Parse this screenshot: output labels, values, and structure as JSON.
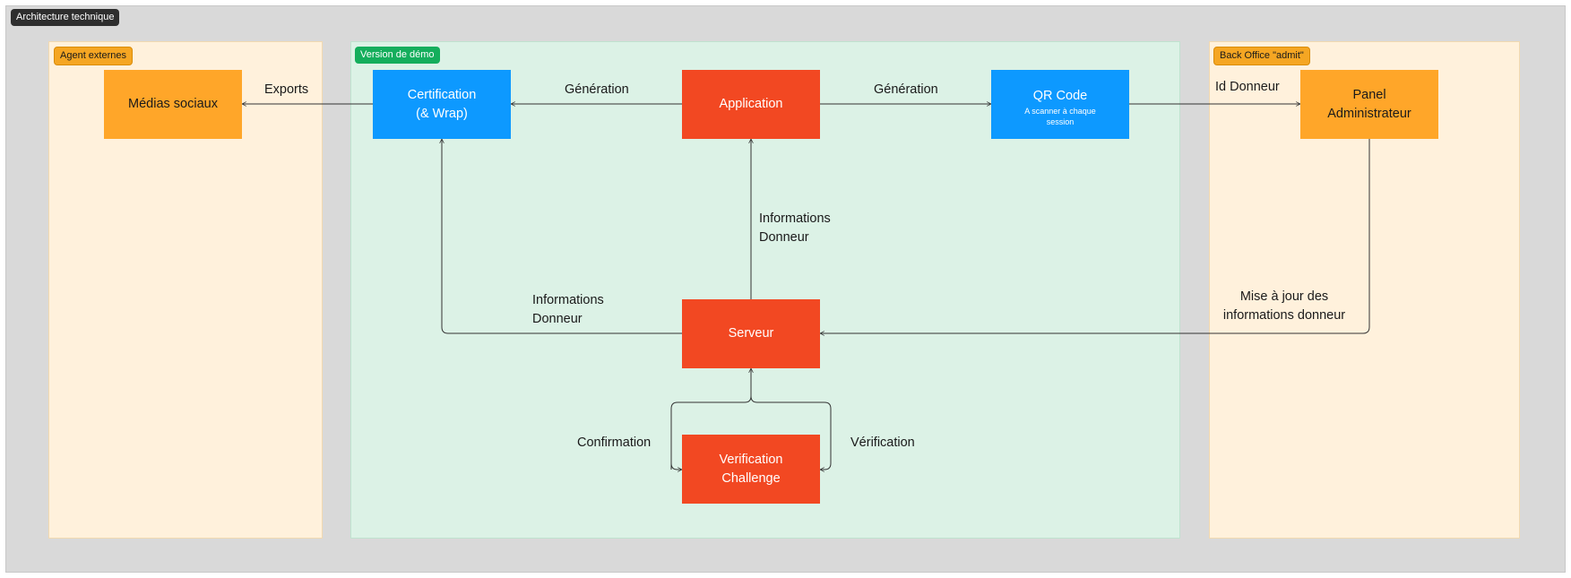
{
  "frame": {
    "title": "Architecture technique"
  },
  "sections": {
    "external": {
      "tag": "Agent externes"
    },
    "demo": {
      "tag": "Version de démo"
    },
    "backoffice": {
      "tag": "Back Office \"admit\""
    }
  },
  "nodes": {
    "social": {
      "label": "Médias sociaux"
    },
    "certification": {
      "line1": "Certification",
      "line2": "(& Wrap)"
    },
    "application": {
      "label": "Application"
    },
    "qrcode": {
      "label": "QR Code",
      "sub": "A scanner à chaque session"
    },
    "panel": {
      "line1": "Panel",
      "line2": "Administrateur"
    },
    "server": {
      "label": "Serveur"
    },
    "verification": {
      "line1": "Verification",
      "line2": "Challenge"
    }
  },
  "edges": {
    "exports": "Exports",
    "gen_left": "Génération",
    "gen_right": "Génération",
    "id_donneur": "Id Donneur",
    "info_up": {
      "line1": "Informations",
      "line2": "Donneur"
    },
    "info_left": {
      "line1": "Informations",
      "line2": "Donneur"
    },
    "maj": {
      "line1": "Mise à jour des",
      "line2": "informations donneur"
    },
    "confirmation": "Confirmation",
    "verification": "Vérification"
  },
  "colors": {
    "server_red": "#f24822",
    "client_blue": "#0d99ff",
    "external_orange": "#ffa629",
    "demo_green": "#14ae5c"
  }
}
